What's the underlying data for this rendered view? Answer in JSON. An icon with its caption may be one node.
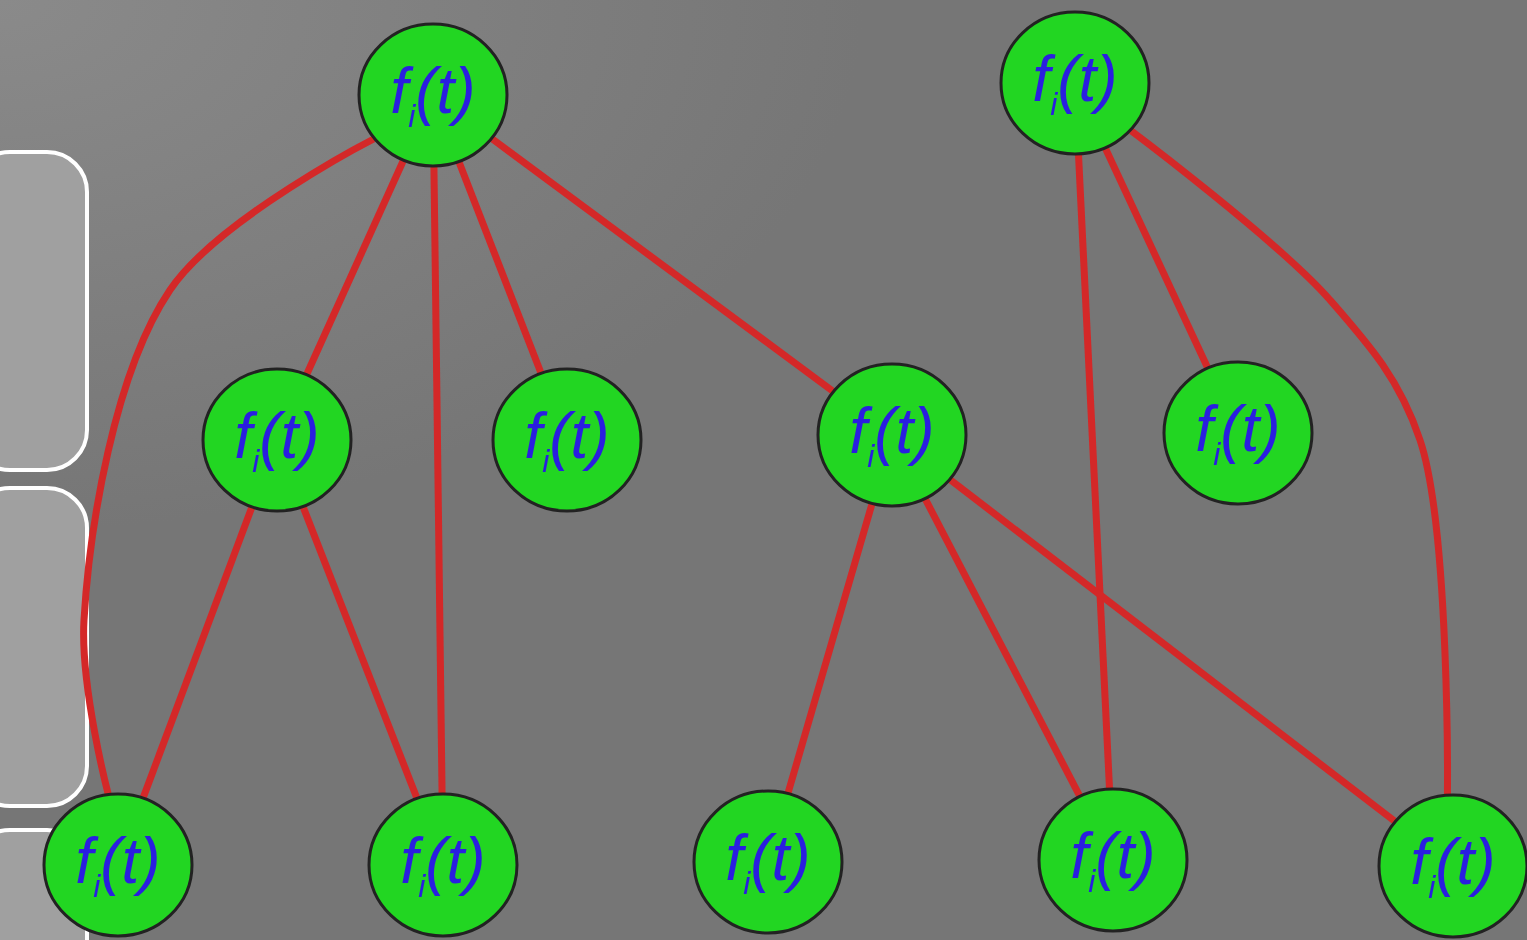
{
  "diagram": {
    "nodes": [
      {
        "text": [
          "f$_{i}$(t)"
        ]
      },
      {
        "text": [
          "f$_{i}$(t)"
        ]
      },
      {
        "text": [
          "f$_{i}$(t)"
        ]
      },
      {
        "text": [
          "f$_{i}$(t)"
        ]
      },
      {
        "text": [
          "f$_{i}$(t)"
        ]
      },
      {
        "text": [
          "f$_{i}$(t)"
        ]
      },
      {
        "text": [
          "f$_{i}$(t)"
        ]
      },
      {
        "text": [
          "f$_{i}$(t)"
        ]
      },
      {
        "text": [
          "f$_{i}$(t)"
        ]
      },
      {
        "text": [
          "f$_{i}$(t)"
        ]
      },
      {
        "text": [
          "f$_{i}$(t)"
        ]
      }
    ],
    "edges": [
      {
        "from": 0,
        "to": 6,
        "arrow": "none"
      },
      {
        "from": 0,
        "to": 2,
        "arrow": "none"
      },
      {
        "from": 0,
        "to": 7,
        "arrow": "none"
      },
      {
        "from": 0,
        "to": 3,
        "arrow": "none"
      },
      {
        "from": 0,
        "to": 4,
        "arrow": "none"
      },
      {
        "from": 1,
        "to": 9,
        "arrow": "none"
      },
      {
        "from": 1,
        "to": 5,
        "arrow": "none"
      },
      {
        "from": 1,
        "to": 10,
        "arrow": "none"
      },
      {
        "from": 2,
        "to": 6,
        "arrow": "none"
      },
      {
        "from": 2,
        "to": 7,
        "arrow": "none"
      },
      {
        "from": 4,
        "to": 8,
        "arrow": "none"
      },
      {
        "from": 4,
        "to": 9,
        "arrow": "none"
      },
      {
        "from": 4,
        "to": 10,
        "arrow": "none"
      }
    ]
  }
}
